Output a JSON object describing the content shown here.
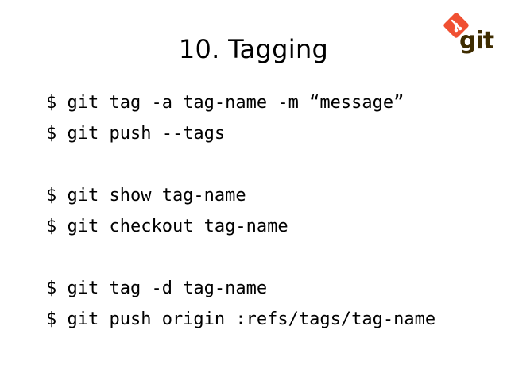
{
  "slide": {
    "title": "10. Tagging",
    "logo": {
      "text": "git",
      "icon": "git-logo-icon",
      "accent": "#f05032",
      "text_color": "#3e2c00"
    },
    "command_groups": [
      [
        "$ git tag -a tag-name -m “message”",
        "$ git push --tags"
      ],
      [
        "$ git show tag-name",
        "$ git checkout tag-name"
      ],
      [
        "$ git tag -d tag-name",
        "$ git push origin :refs/tags/tag-name"
      ]
    ]
  }
}
